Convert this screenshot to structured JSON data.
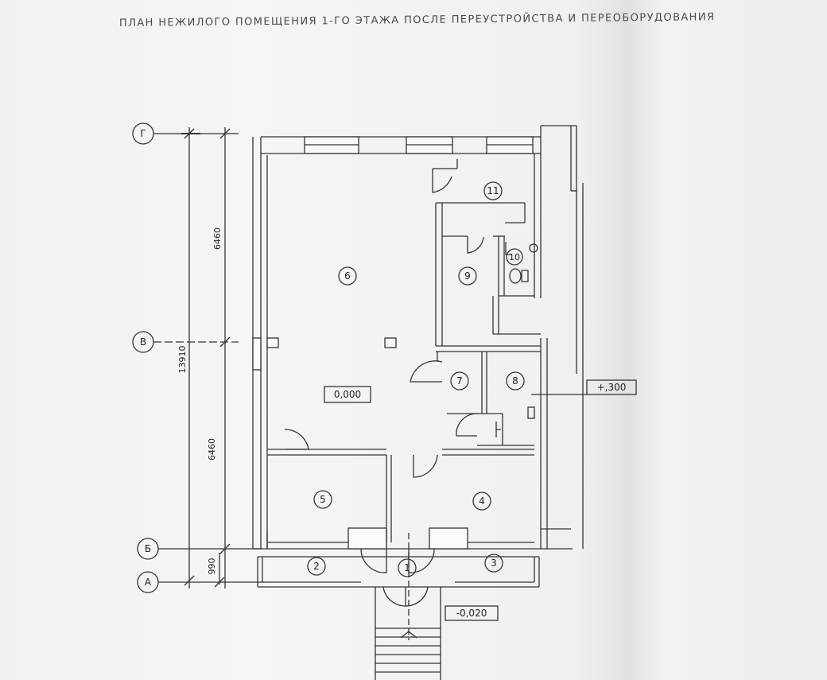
{
  "title": "ПЛАН НЕЖИЛОГО ПОМЕЩЕНИЯ 1-ГО ЭТАЖА ПОСЛЕ ПЕРЕУСТРОЙСТВА И ПЕРЕОБОРУДОВАНИЯ",
  "axes": {
    "g": "Г",
    "v": "В",
    "b": "Б",
    "a": "А"
  },
  "dimensions": {
    "total": "13910",
    "upper": "6460",
    "lower": "6460",
    "porch": "990"
  },
  "elevations": {
    "main": "0,000",
    "raised": "+,300",
    "porch": "-0,020"
  },
  "rooms": {
    "r1": "1",
    "r2": "2",
    "r3": "3",
    "r4": "4",
    "r5": "5",
    "r6": "6",
    "r7": "7",
    "r8": "8",
    "r9": "9",
    "r10": "10",
    "r11": "11"
  },
  "colors": {
    "line": "#333333",
    "paper": "#f3f2f0"
  }
}
